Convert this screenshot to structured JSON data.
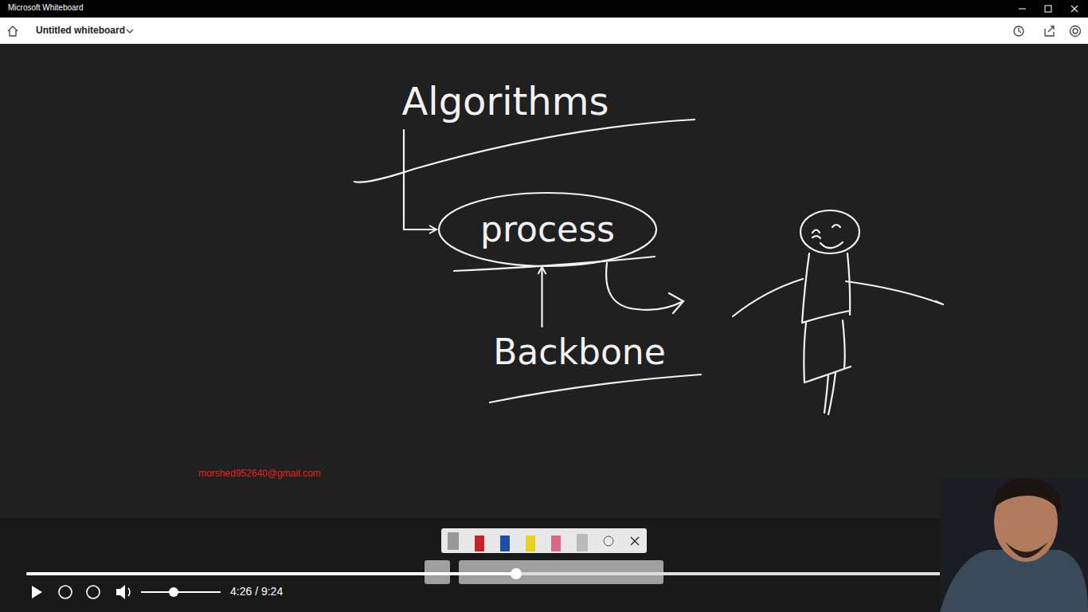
{
  "diagram": {
    "nodes": [
      {
        "text": [
          "Algorithms"
        ]
      },
      {
        "text": [
          "process"
        ]
      },
      {
        "text": [
          "Backbone"
        ]
      }
    ],
    "edges": [
      {
        "from": 0,
        "to": 1,
        "arrow": "to"
      },
      {
        "from": 2,
        "to": 1,
        "arrow": "to"
      }
    ],
    "labels": [
      "Microsoft Whiteboard",
      "Untitled whiteboard",
      "morshed952640@gmail.com",
      "4:26 / 9:24"
    ]
  }
}
